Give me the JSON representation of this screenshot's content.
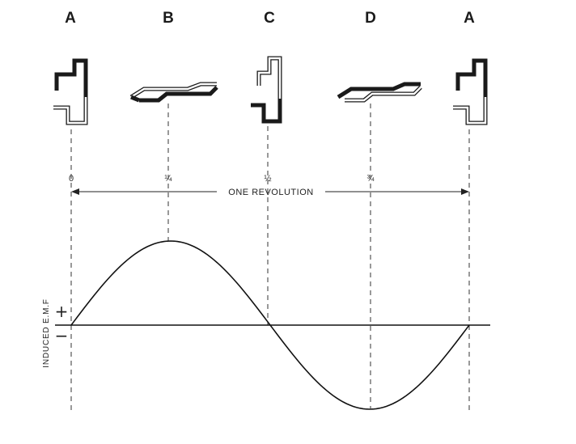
{
  "positions": [
    "A",
    "B",
    "C",
    "D",
    "A"
  ],
  "ticks": [
    "0",
    "¼",
    "½",
    "¾",
    ""
  ],
  "revolution_label": "ONE REVOLUTION",
  "y_axis_label": "INDUCED  E.M.F",
  "plus_sign": "+",
  "minus_sign": "−"
}
